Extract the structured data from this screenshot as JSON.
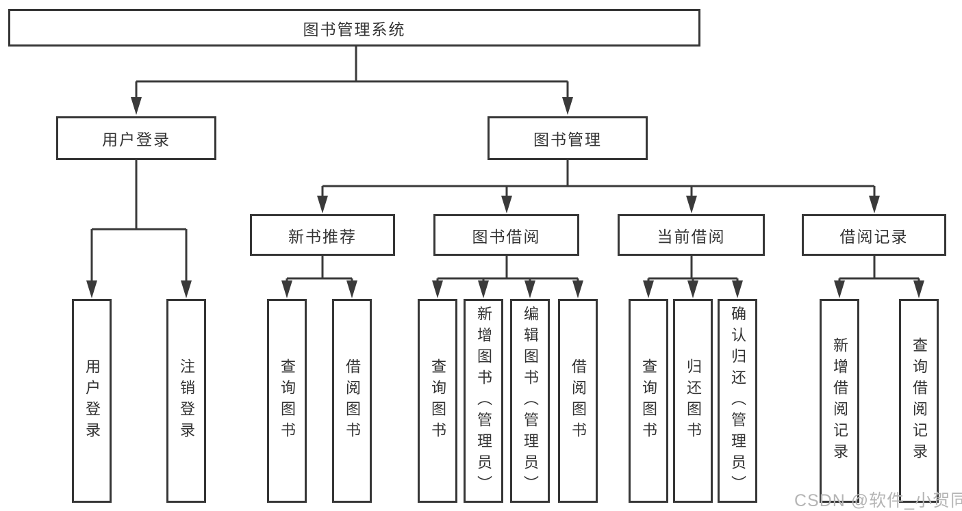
{
  "nodes": {
    "root": "图书管理系统",
    "user_login": "用户登录",
    "book_management": "图书管理",
    "new_book_recommend": "新书推荐",
    "book_borrow": "图书借阅",
    "current_borrow": "当前借阅",
    "borrow_record": "借阅记录",
    "leaf_user_login": "用户登录",
    "leaf_logout_login": "注销登录",
    "leaf_query_book_recommend": "查询图书",
    "leaf_borrow_book_recommend": "借阅图书",
    "leaf_query_book_borrow": "查询图书",
    "leaf_add_book_admin": "新增图书（管理员）",
    "leaf_edit_book_admin": "编辑图书（管理员）",
    "leaf_borrow_book_borrow": "借阅图书",
    "leaf_query_book_current": "查询图书",
    "leaf_return_book": "归还图书",
    "leaf_confirm_return_admin": "确认归还（管理员）",
    "leaf_add_borrow_record": "新增借阅记录",
    "leaf_query_borrow_record": "查询借阅记录"
  },
  "watermark": "CSDN @软件_小贺同学",
  "colors": {
    "line": "#3a3a3a",
    "text": "#333333",
    "watermark": "#b5b5b5",
    "background": "#ffffff"
  }
}
